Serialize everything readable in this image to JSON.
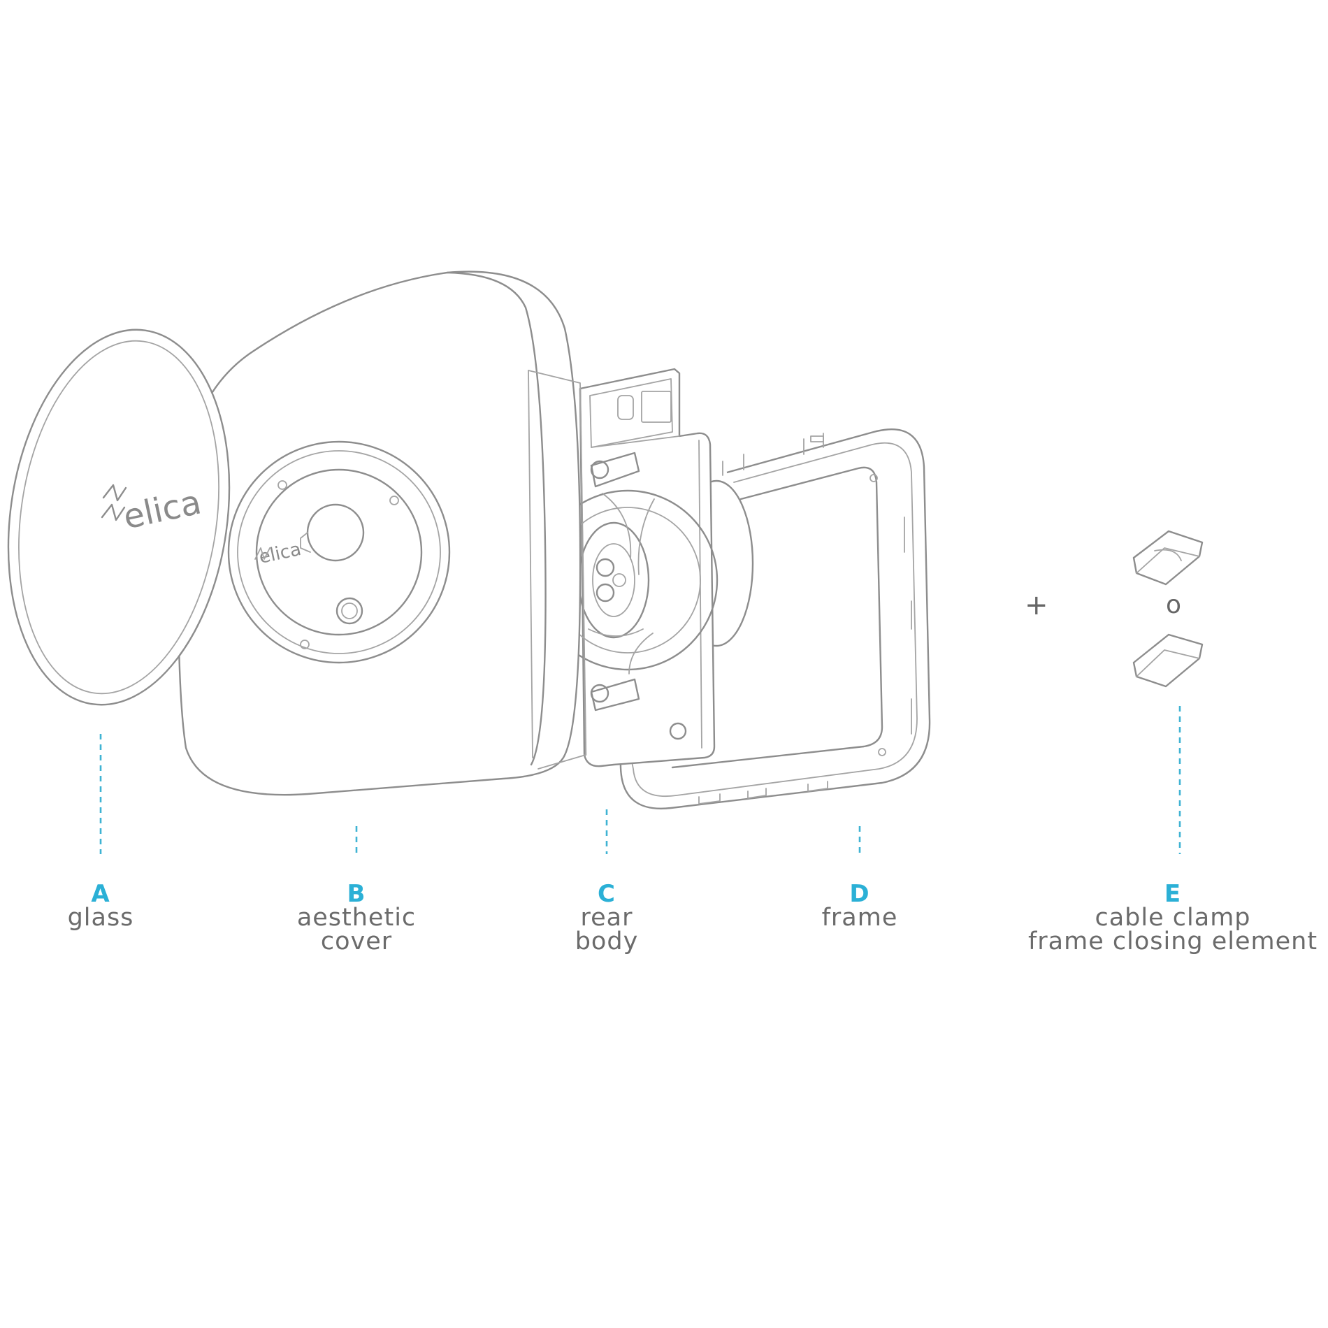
{
  "logo_text": "elica",
  "components": [
    {
      "letter": "A",
      "label_lines": [
        "glass"
      ]
    },
    {
      "letter": "B",
      "label_lines": [
        "aesthetic",
        "cover"
      ]
    },
    {
      "letter": "C",
      "label_lines": [
        "rear",
        "body"
      ]
    },
    {
      "letter": "D",
      "label_lines": [
        "frame"
      ]
    },
    {
      "letter": "E",
      "label_lines": [
        "cable clamp",
        "frame closing element"
      ]
    }
  ],
  "connectors": {
    "plus": "+",
    "or": "o"
  },
  "colors": {
    "letter_accent": "#2bb0d6",
    "label_text": "#6b6b6b",
    "line_art": "#8d8d8d",
    "leader_lines": "#3fb3d3"
  }
}
